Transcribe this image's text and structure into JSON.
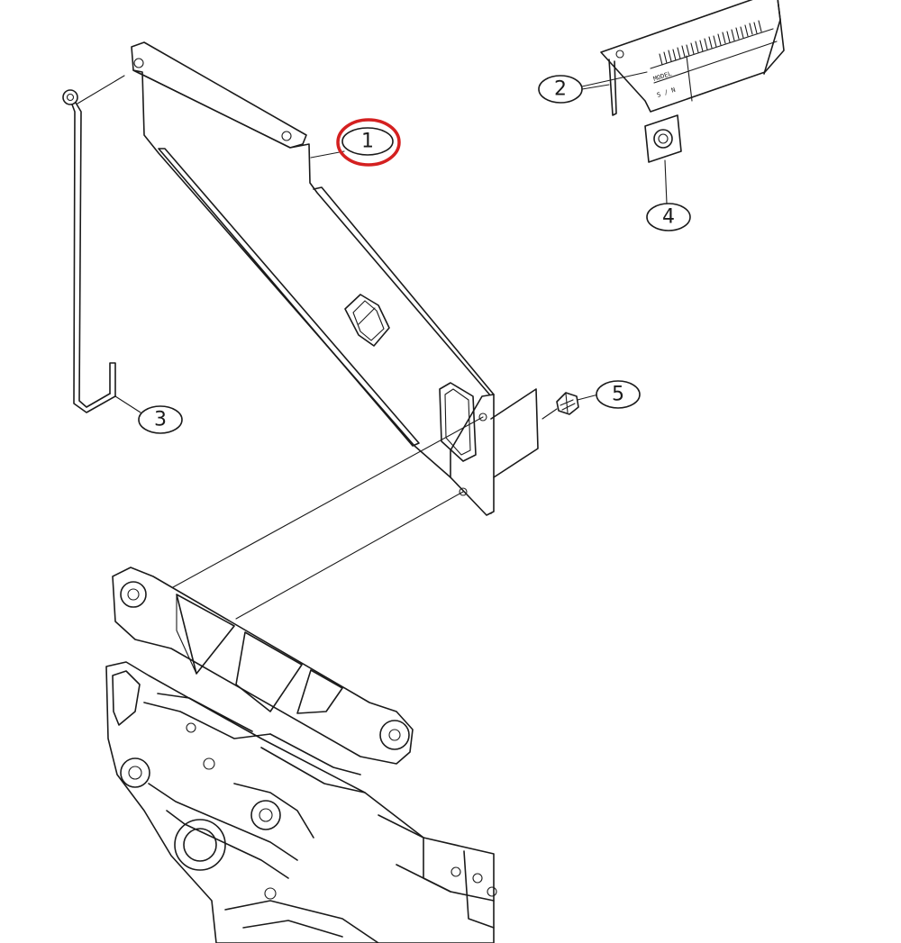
{
  "callouts": [
    {
      "id": "1",
      "label": "1"
    },
    {
      "id": "2",
      "label": "2"
    },
    {
      "id": "3",
      "label": "3"
    },
    {
      "id": "4",
      "label": "4"
    },
    {
      "id": "5",
      "label": "5"
    }
  ],
  "highlight_color": "#d42020",
  "label_plate": {
    "row1": "MODEL",
    "row2": "S / N"
  }
}
